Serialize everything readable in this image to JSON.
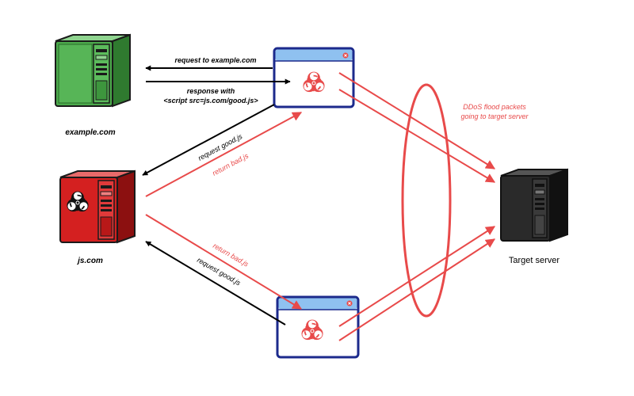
{
  "nodes": {
    "example_server": {
      "label": "example.com"
    },
    "js_server": {
      "label": "js.com"
    },
    "target_server": {
      "label": "Target server"
    }
  },
  "arrows": {
    "request_example": "request to example.com",
    "response_line1": "response with",
    "response_line2": "<script src=js.com/good.js>",
    "request_good_top": "request  good.js",
    "return_bad_top": "return bad.js",
    "return_bad_bottom": "return bad.js",
    "request_good_bottom": "request  good.js"
  },
  "annotation": {
    "line1": "DDoS flood packets",
    "line2": "going to target server"
  },
  "colors": {
    "attack_red": "#e84a4a",
    "browser_blue": "#1c2a8c",
    "titlebar_blue": "#8fc1f0",
    "example_green": "#4caa4c",
    "js_red": "#d42020",
    "target_dark": "#2a2a2a"
  },
  "icons": {
    "browser_content": "biohazard-icon",
    "js_server_emblem": "biohazard-icon",
    "titlebar_close": "close-icon"
  }
}
